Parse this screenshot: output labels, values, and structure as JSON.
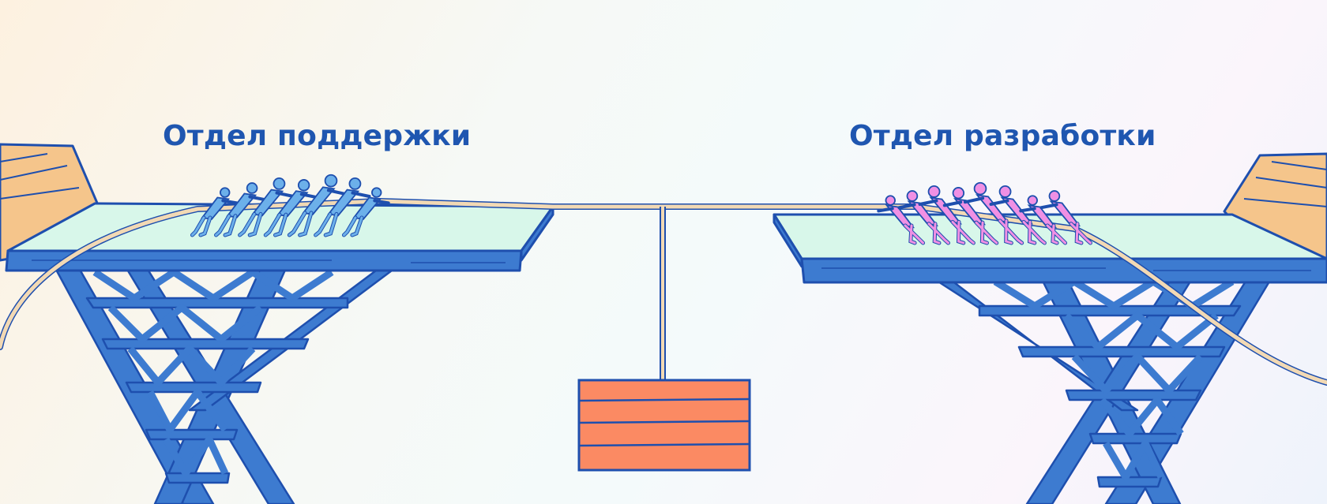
{
  "labels": {
    "left_team": "Отдел поддержки",
    "right_team": "Отдел разработки"
  },
  "colors": {
    "steel": "#3d7bd0",
    "steel_outline": "#1e4fae",
    "deck": "#d8f7ea",
    "cliff": "#f5c58b",
    "rope": "#f2d9b4",
    "weight": "#fb8a63",
    "team_left": "#6cb0ea",
    "team_right": "#f090e4",
    "text": "#1f56b0"
  },
  "scene": {
    "left_team_size": 7,
    "right_team_size": 8
  }
}
